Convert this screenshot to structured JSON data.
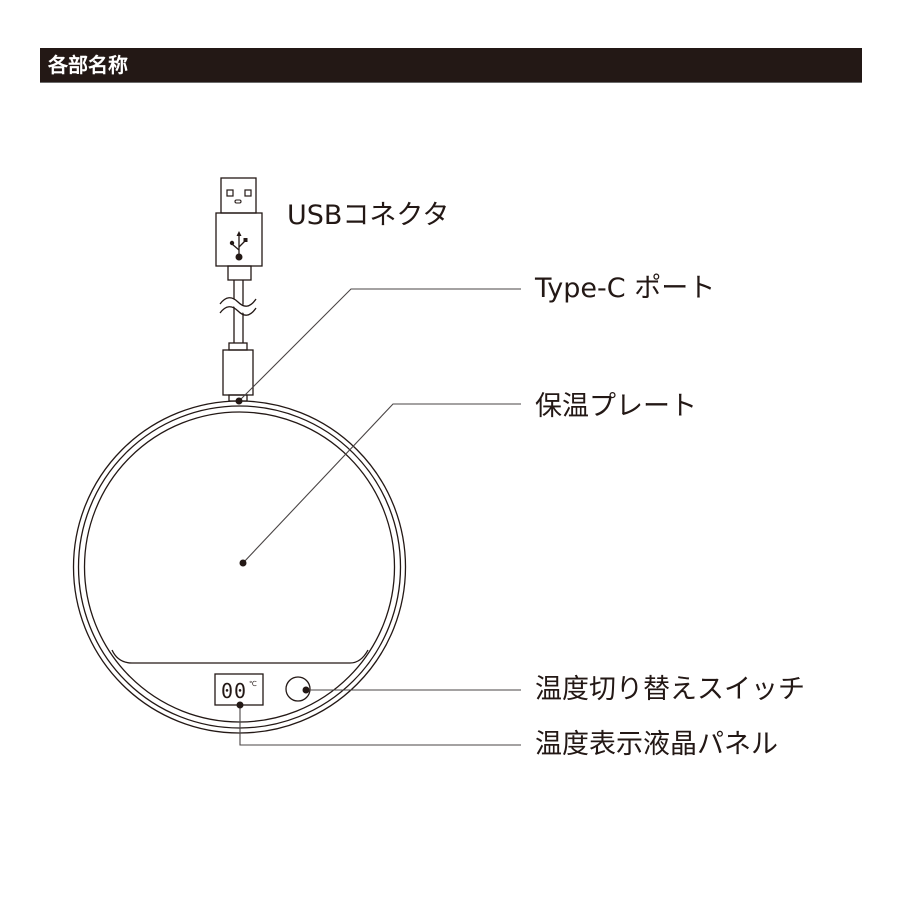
{
  "header": {
    "title": "各部名称",
    "background_color": "#231815",
    "text_color": "#ffffff"
  },
  "diagram": {
    "subject": "USB cup warmer",
    "line_color": "#231815",
    "lcd": {
      "digits": "00",
      "unit": "℃"
    },
    "icons": [
      "usb-connector-icon",
      "usb-symbol-icon",
      "cable-break-icon",
      "type-c-plug-icon",
      "warming-plate-icon",
      "lcd-panel-icon",
      "switch-button-icon"
    ]
  },
  "labels": {
    "usb_connector": "USBコネクタ",
    "type_c_port": "Type-C ポート",
    "warming_plate": "保温プレート",
    "temp_switch": "温度切り替えスイッチ",
    "lcd_panel": "温度表示液晶パネル"
  }
}
